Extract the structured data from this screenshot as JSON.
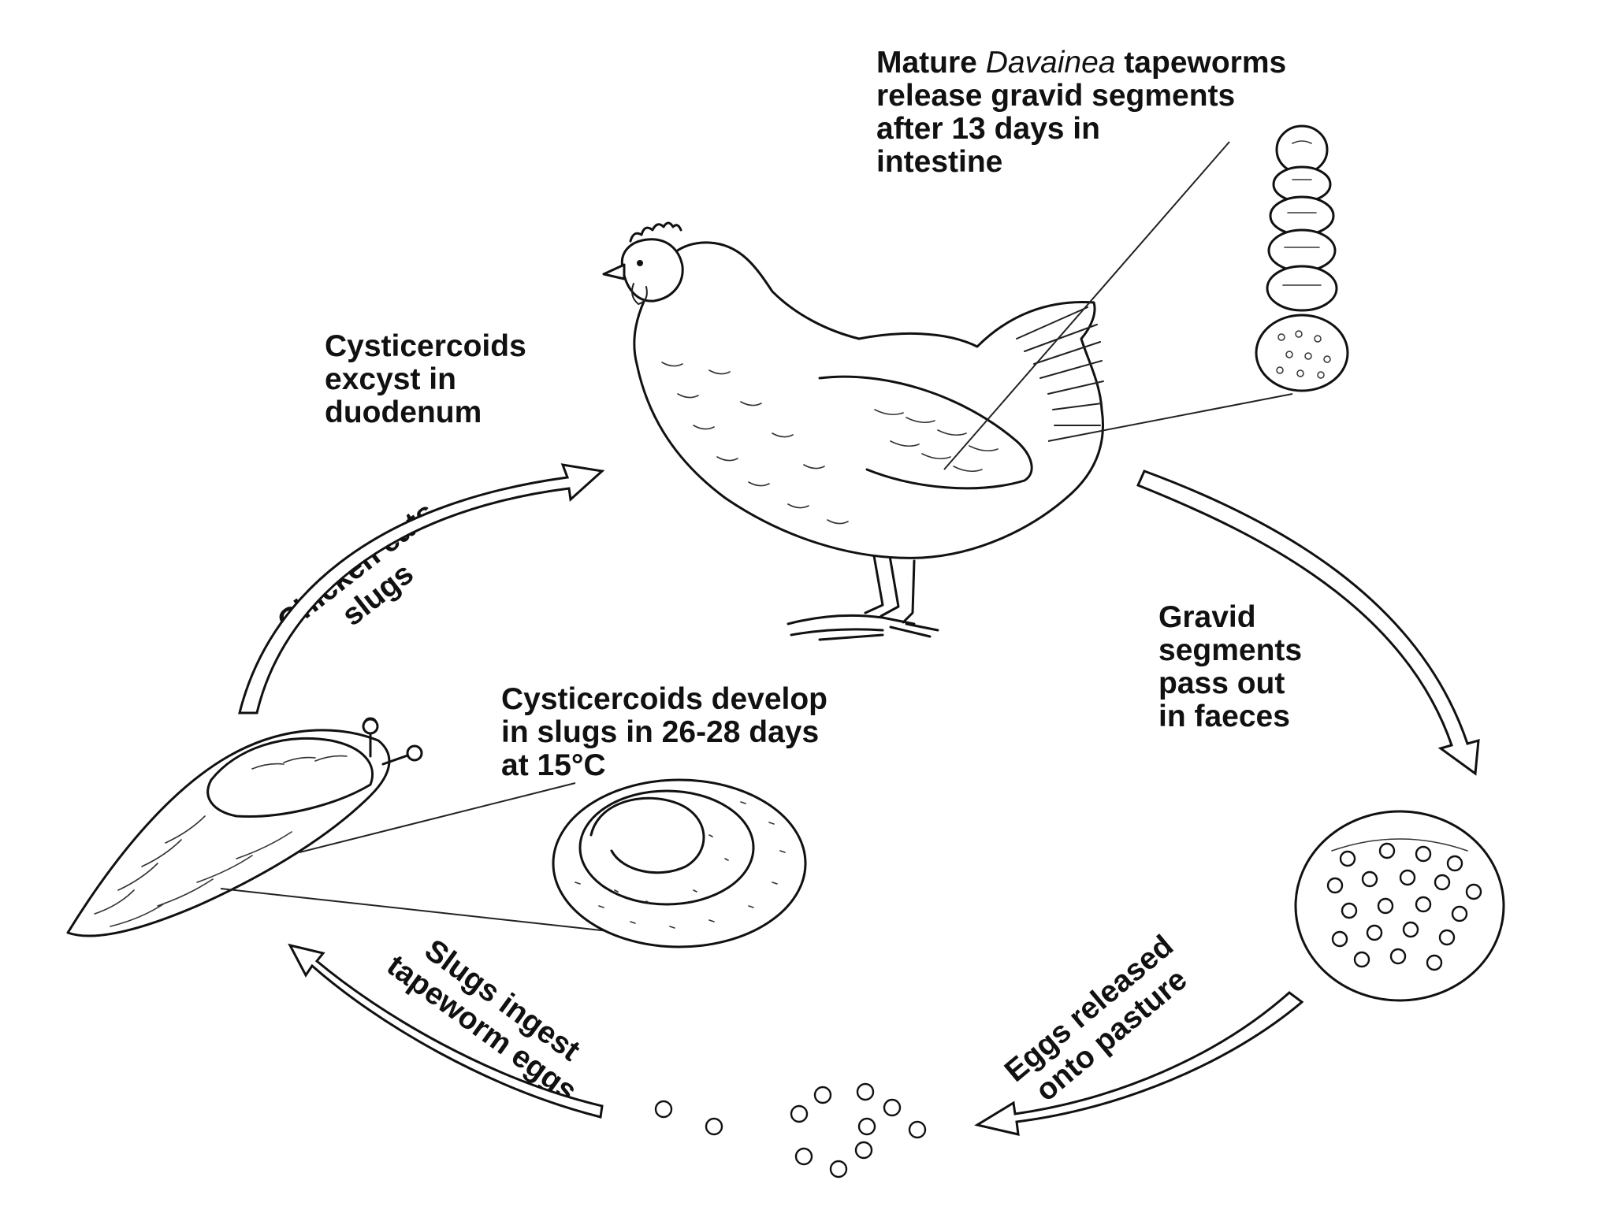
{
  "labels": {
    "tapeworm_intro_line1_pre": "Mature ",
    "tapeworm_intro_line1_it": "Davainea",
    "tapeworm_intro_line1_post": " tapeworms",
    "tapeworm_intro_line2": "release gravid segments",
    "tapeworm_intro_line3": "after 13 days in",
    "tapeworm_intro_line4": "intestine",
    "excyst_line1": "Cysticercoids",
    "excyst_line2": "excyst  in",
    "excyst_line3": "duodenum",
    "gravid_line1": "Gravid",
    "gravid_line2": "segments",
    "gravid_line3": "pass out",
    "gravid_line4": "in faeces",
    "develop_line1": "Cysticercoids develop",
    "develop_line2": "in slugs in 26-28 days",
    "develop_line3": "at 15°C",
    "chicken_eats_line1": "Chicken eats",
    "chicken_eats_line2": "slugs",
    "eggs_released_line1": "Eggs released",
    "eggs_released_line2": "onto pasture",
    "slugs_ingest_line1": "Slugs ingest",
    "slugs_ingest_line2": "tapeworm eggs"
  },
  "illustrations": {
    "host": "chicken",
    "intermediate_host": "slug",
    "parasite": "tapeworm",
    "segment": "gravid-segment",
    "cyst": "cysticercoid",
    "eggs": "tapeworm-eggs"
  },
  "colors": {
    "ink": "#111111",
    "background": "#ffffff"
  }
}
